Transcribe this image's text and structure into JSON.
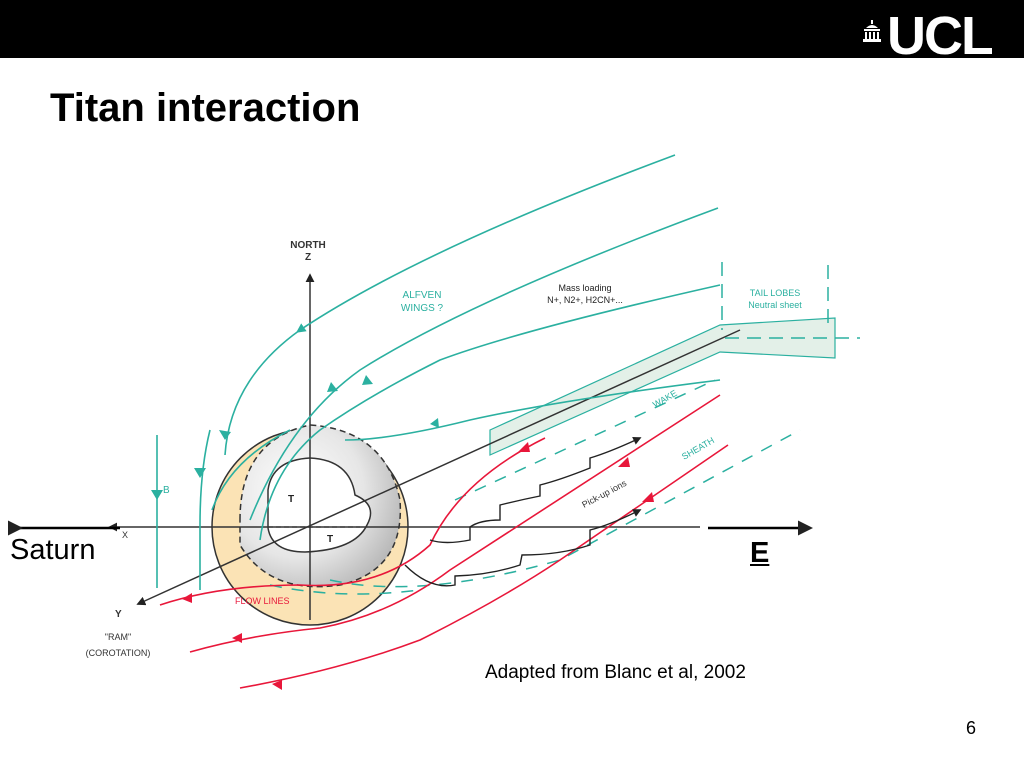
{
  "header": {
    "logo_text": "UCL",
    "logo_icon": "portico-icon",
    "bar_color": "#000000"
  },
  "slide": {
    "title": "Titan interaction",
    "caption": "Adapted from Blanc et al, 2002",
    "page_number": "6"
  },
  "diagram": {
    "axis_labels": {
      "north": "NORTH",
      "z": "Z",
      "x": "X",
      "y": "Y",
      "b": "B",
      "ram": "\"RAM\"",
      "corotation": "(COROTATION)"
    },
    "region_labels": {
      "alfven_line1": "ALFVEN",
      "alfven_line2": "WINGS ?",
      "mass_loading_line1": "Mass loading",
      "mass_loading_line2": "N+, N2+, H2CN+...",
      "tail_lobes_line1": "TAIL LOBES",
      "tail_lobes_line2": "Neutral sheet",
      "wake": "WAKE",
      "sheath": "SHEATH",
      "pickup_ions": "Pick-up ions",
      "flow_lines": "FLOW LINES",
      "titan_top": "T",
      "titan_bottom": "T"
    },
    "direction_labels": {
      "saturn": "Saturn",
      "e_field": "E"
    },
    "colors": {
      "field_lines": "#2bb0a0",
      "flow_lines": "#e8173a",
      "ionosphere": "#fbe3b5",
      "wake_fill": "#e3f0e8",
      "axes": "#333333"
    }
  }
}
